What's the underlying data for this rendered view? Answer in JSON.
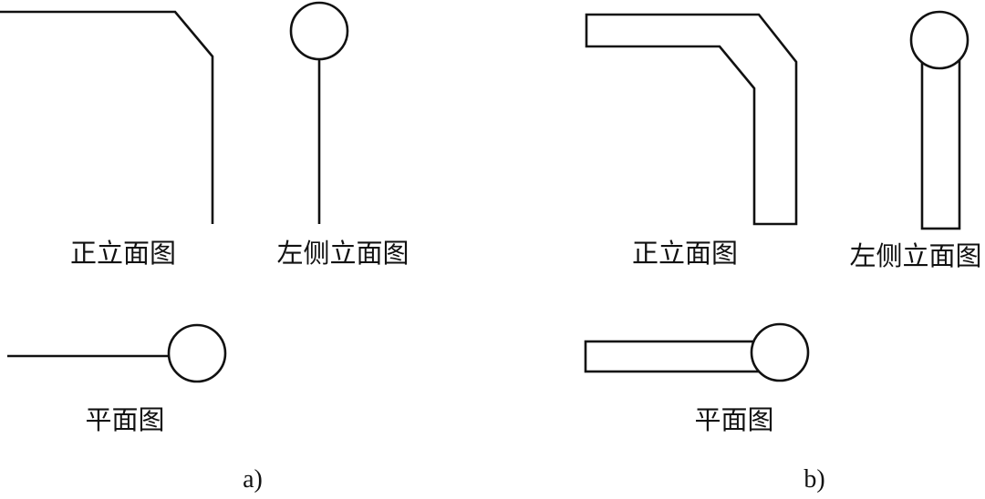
{
  "panel_a": {
    "front_view_label": "正立面图",
    "left_side_view_label": "左侧立面图",
    "plan_view_label": "平面图",
    "caption": "a)"
  },
  "panel_b": {
    "front_view_label": "正立面图",
    "left_side_view_label": "左侧立面图",
    "plan_view_label": "平面图",
    "caption": "b)"
  }
}
